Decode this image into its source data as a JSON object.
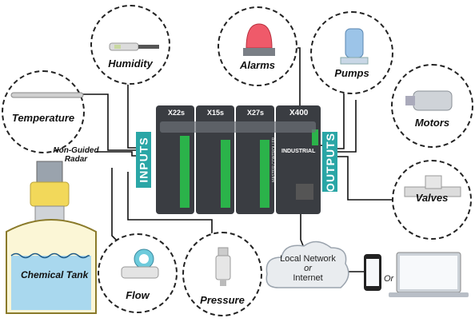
{
  "inputs": {
    "band_label": "INPUTS",
    "items": [
      {
        "key": "humidity",
        "label": "Humidity"
      },
      {
        "key": "temperature",
        "label": "Temperature"
      },
      {
        "key": "flow",
        "label": "Flow"
      },
      {
        "key": "pressure",
        "label": "Pressure"
      }
    ],
    "radar_label": "Non-Guided Radar",
    "tank_label": "Chemical Tank"
  },
  "outputs": {
    "band_label": "OUTPUTS",
    "items": [
      {
        "key": "alarms",
        "label": "Alarms"
      },
      {
        "key": "pumps",
        "label": "Pumps"
      },
      {
        "key": "motors",
        "label": "Motors"
      },
      {
        "key": "valves",
        "label": "Valves"
      }
    ]
  },
  "controller": {
    "module_labels": [
      "X22s",
      "X15s",
      "X27s",
      "X400"
    ],
    "brand": "INDUSTRIAL",
    "side_label": "MASTER CONTROLLER"
  },
  "network": {
    "line1": "Local Network",
    "line2": "or",
    "line3": "Internet"
  },
  "devices": {
    "or_label": "Or"
  },
  "colors": {
    "accent": "#2aa6a6",
    "module_body": "#3a3d42",
    "terminal_green": "#2bb34a",
    "water": "#a9d8ee",
    "tank_fill": "#fbf6d6"
  }
}
